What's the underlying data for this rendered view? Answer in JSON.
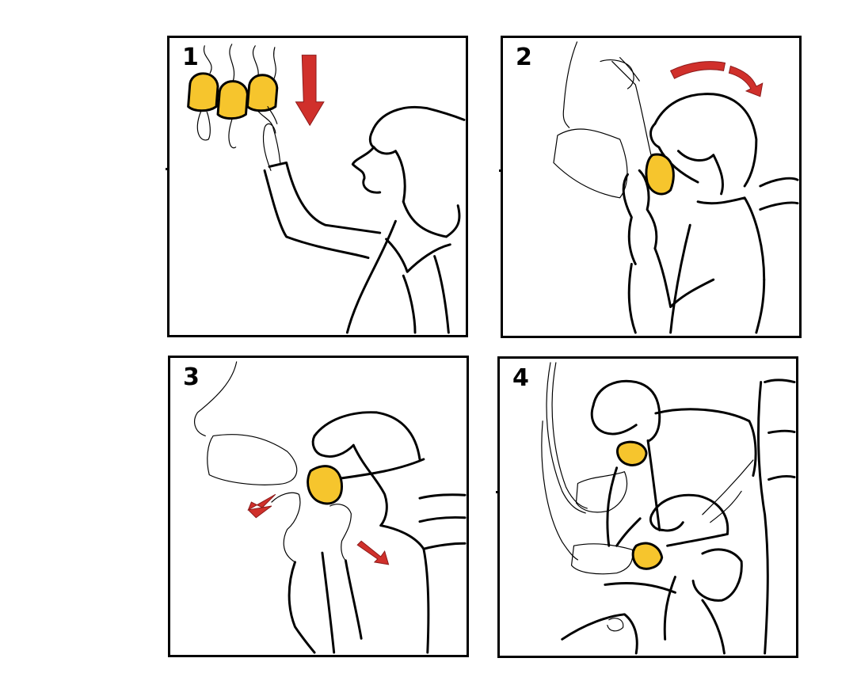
{
  "steps": [
    {
      "number": "1"
    },
    {
      "number": "2"
    },
    {
      "number": "3"
    },
    {
      "number": "4"
    }
  ],
  "colors": {
    "mask": "#f6c52d",
    "arrow": "#d0302b",
    "outline": "#000000",
    "background": "#ffffff"
  },
  "icons": [
    "oxygen-mask-icon",
    "down-arrow-icon",
    "curved-arrow-icon",
    "pull-arrow-icon"
  ]
}
